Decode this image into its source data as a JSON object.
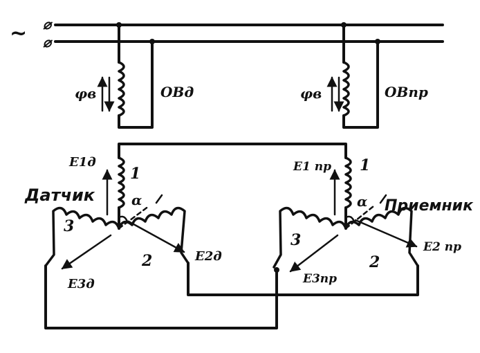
{
  "supply": {
    "ac_symbol": "~",
    "terminal_1": "⌀",
    "terminal_2": "⌀"
  },
  "sensor": {
    "title": "Датчик",
    "flux_label": "φв",
    "field_winding": "ОВд",
    "winding_1": "1",
    "winding_2": "2",
    "winding_3": "3",
    "emf_1": "E1д",
    "emf_2": "E2д",
    "emf_3": "E3д",
    "angle": "α"
  },
  "receiver": {
    "title": "Приемник",
    "flux_label": "φв",
    "field_winding": "ОВпр",
    "winding_1": "1",
    "winding_2": "2",
    "winding_3": "3",
    "emf_1": "E1 пр",
    "emf_2": "E2 пр",
    "emf_3": "E3пр",
    "angle": "α"
  }
}
